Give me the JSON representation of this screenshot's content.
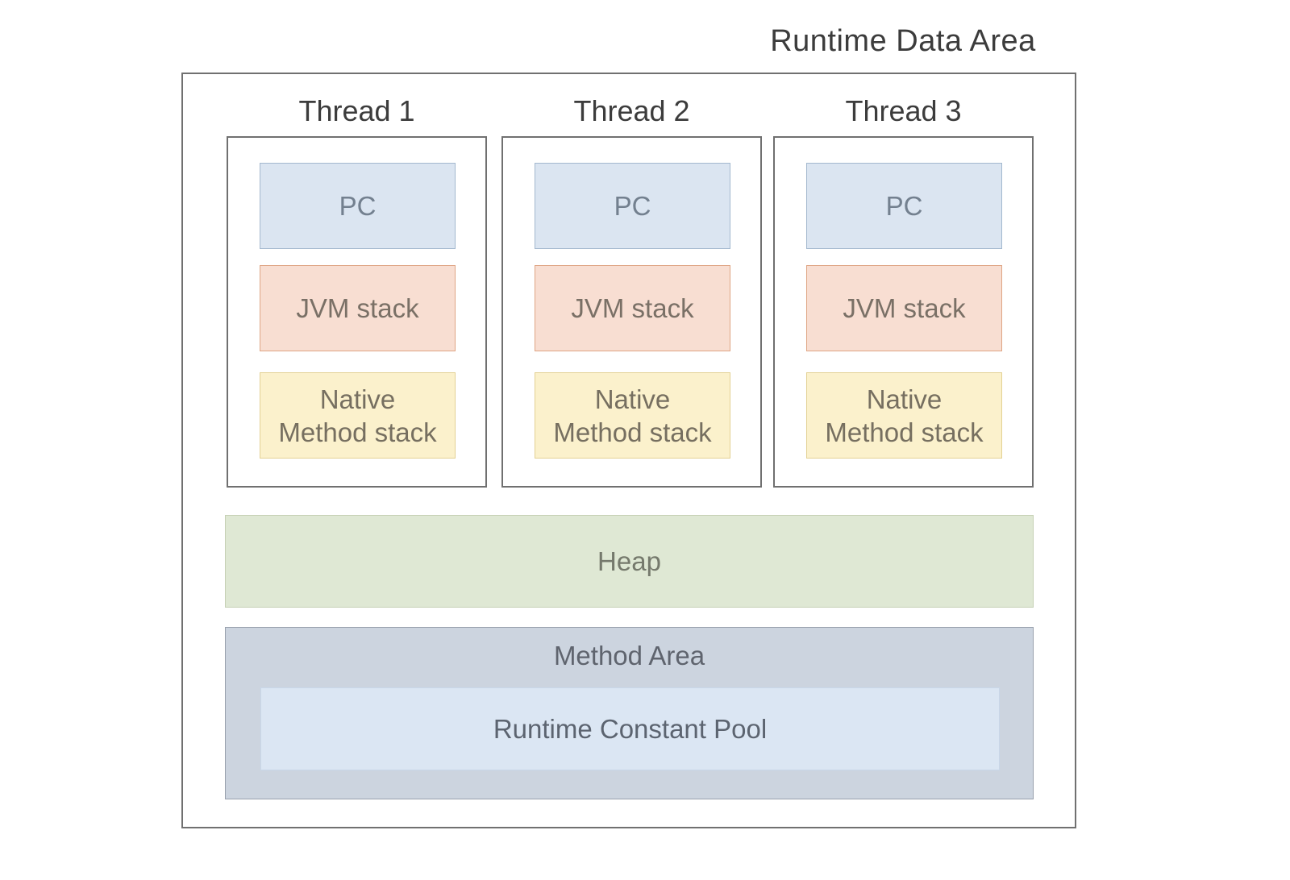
{
  "title": "Runtime Data Area",
  "threads": [
    {
      "label": "Thread 1",
      "pc_label": "PC",
      "jvm_stack_label": "JVM stack",
      "native_method_stack_line1": "Native",
      "native_method_stack_line2": "Method stack"
    },
    {
      "label": "Thread 2",
      "pc_label": "PC",
      "jvm_stack_label": "JVM stack",
      "native_method_stack_line1": "Native",
      "native_method_stack_line2": "Method stack"
    },
    {
      "label": "Thread 3",
      "pc_label": "PC",
      "jvm_stack_label": "JVM stack",
      "native_method_stack_line1": "Native",
      "native_method_stack_line2": "Method stack"
    }
  ],
  "heap": {
    "label": "Heap"
  },
  "method_area": {
    "label": "Method Area",
    "runtime_constant_pool_label": "Runtime Constant Pool"
  },
  "colors": {
    "outer_border": "#707070",
    "title_text": "#3c3c3c",
    "pc_fill": "#dbe5f1",
    "pc_border": "#a3b8ce",
    "pc_text": "#73808f",
    "jvm_stack_fill": "#f8ded2",
    "jvm_stack_border": "#dfa584",
    "jvm_stack_text": "#7a7066",
    "native_stack_fill": "#fbf1cc",
    "native_stack_border": "#e3d194",
    "native_stack_text": "#766f60",
    "heap_fill": "#dfe8d4",
    "heap_border": "#c6d1b5",
    "heap_text": "#75796c",
    "method_area_fill": "#ccd4df",
    "method_area_border": "#99a1ae",
    "method_area_text": "#5f646e",
    "runtime_constant_pool_fill": "#dbe6f3",
    "runtime_constant_pool_border": "#c8d7e9",
    "runtime_constant_pool_text": "#5c6470"
  }
}
